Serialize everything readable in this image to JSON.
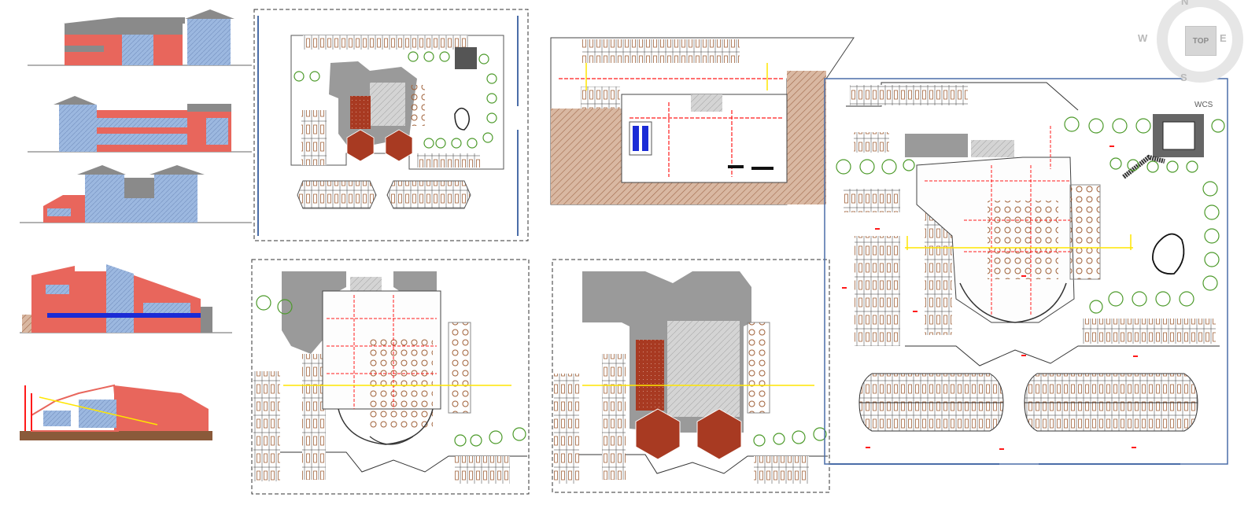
{
  "viewcube": {
    "north": "N",
    "south": "S",
    "east": "E",
    "west": "W",
    "top_label": "TOP"
  },
  "ucs_label": "WCS",
  "colors": {
    "wall_red": "#e8665c",
    "glass_blue": "#9cb8e0",
    "roof_gray": "#8a8a8a",
    "plan_gray": "#9a9a9a",
    "brick": "#a83a22",
    "hatch_brown": "#b0806a",
    "tree_green": "#4c9a2a",
    "cad_red": "#ff1a1a",
    "cad_yellow": "#ffe600",
    "cad_blue": "#2244cc",
    "furniture_brown": "#a0623a"
  }
}
